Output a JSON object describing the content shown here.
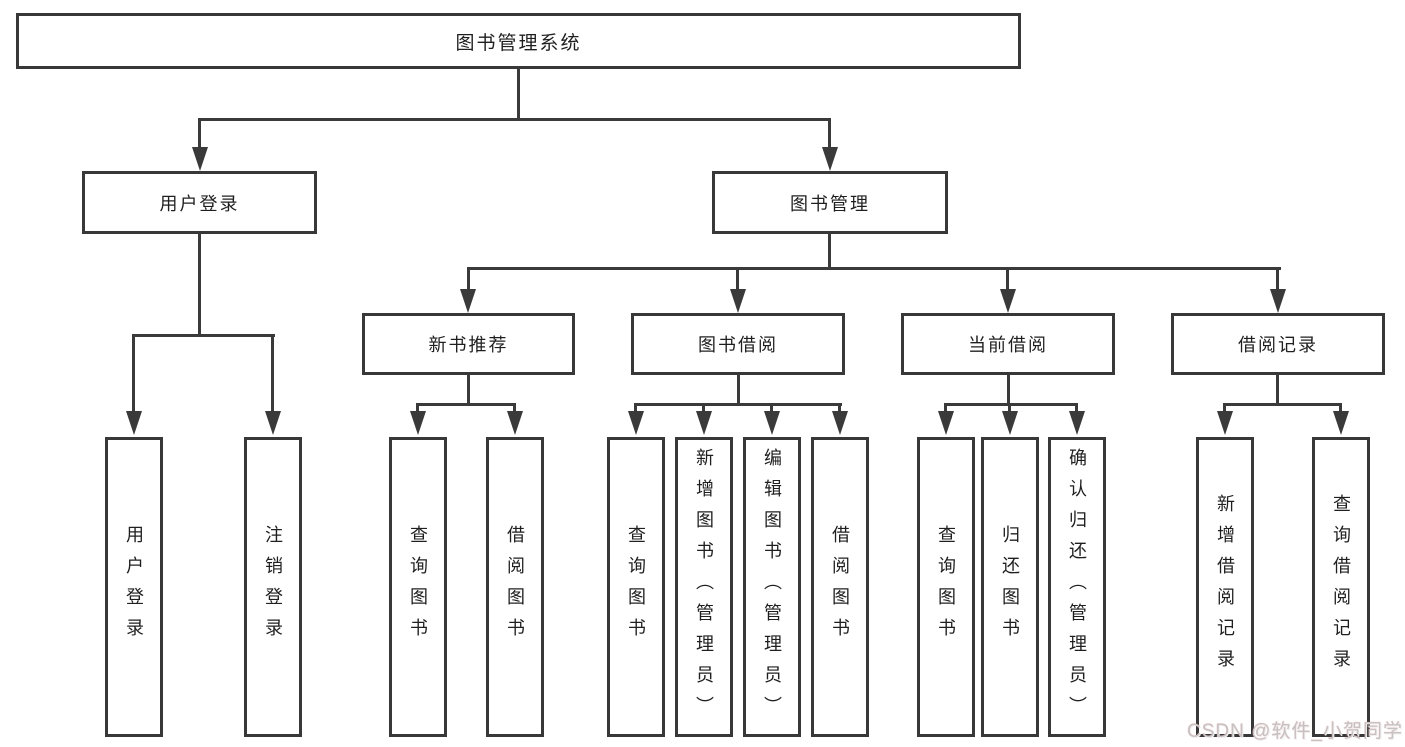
{
  "tree": {
    "root": "图书管理系统",
    "branches": [
      {
        "label": "用户登录",
        "children": [
          "用户登录",
          "注销登录"
        ]
      },
      {
        "label": "图书管理",
        "groups": [
          {
            "label": "新书推荐",
            "children": [
              "查询图书",
              "借阅图书"
            ]
          },
          {
            "label": "图书借阅",
            "children": [
              "查询图书",
              "新增图书（管理员）",
              "编辑图书（管理员）",
              "借阅图书"
            ]
          },
          {
            "label": "当前借阅",
            "children": [
              "查询图书",
              "归还图书",
              "确认归还（管理员）"
            ]
          },
          {
            "label": "借阅记录",
            "children": [
              "新增借阅记录",
              "查询借阅记录"
            ]
          }
        ]
      }
    ]
  },
  "watermark": {
    "text": "CSDN @软件_小贺同学"
  },
  "colors": {
    "line": "#3a3a3a",
    "box_border": "#383838",
    "text": "#1f1f1f",
    "background": "#ffffff",
    "watermark": "#c7c1c1"
  }
}
